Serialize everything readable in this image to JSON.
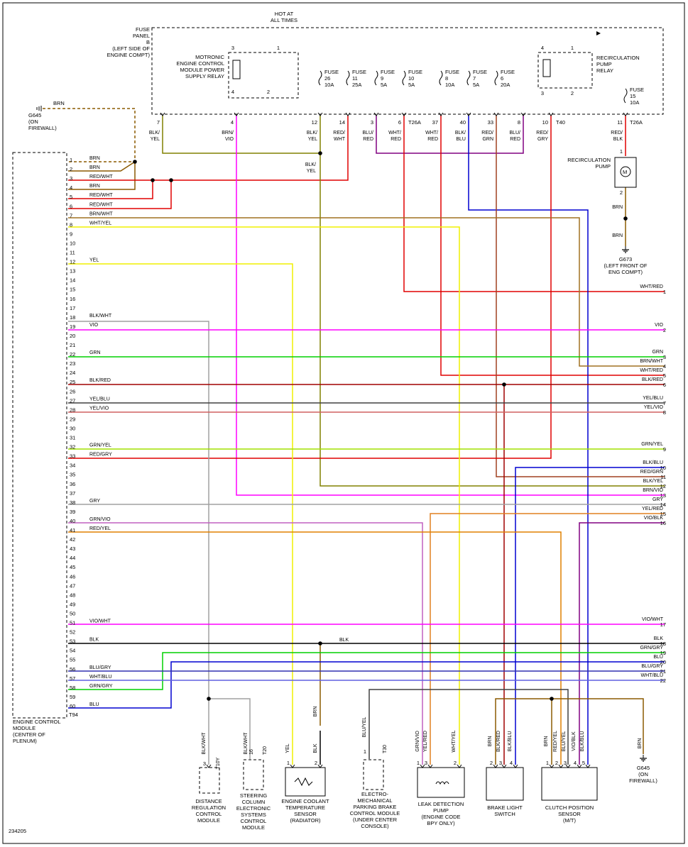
{
  "diagram_id": "234205",
  "hot_at_all_times": "HOT AT\nALL TIMES",
  "fuse_panel": {
    "label": "FUSE\nPANEL\nB\n(LEFT SIDE OF\nENGINE COMPT)",
    "motronic_relay": "MOTRONIC\nENGINE CONTROL\nMODULE POWER\nSUPPLY RELAY",
    "recirc_relay": "RECIRCULATION\nPUMP\nRELAY",
    "fuses": [
      {
        "label": "FUSE\n26\n10A"
      },
      {
        "label": "FUSE\n11\n25A"
      },
      {
        "label": "FUSE\n9\n5A"
      },
      {
        "label": "FUSE\n10\n5A"
      },
      {
        "label": "FUSE\n8\n10A"
      },
      {
        "label": "FUSE\n7\n5A"
      },
      {
        "label": "FUSE\n6\n20A"
      },
      {
        "label": "FUSE\n15\n10A"
      }
    ],
    "relay_pins": {
      "r1_3": "3",
      "r1_1": "1",
      "r1_4": "4",
      "r1_2": "2",
      "r2_4": "4",
      "r2_1": "1",
      "r2_3": "3",
      "r2_2": "2"
    },
    "connector_t26a": "T26A",
    "connector_t40": "T40",
    "connector_t26a_right": "T26A",
    "terminals": [
      {
        "pin": "7",
        "wire": "BLK/\nYEL"
      },
      {
        "pin": "4",
        "wire": "BRN/\nVIO"
      },
      {
        "pin": "12",
        "wire": "BLK/\nYEL"
      },
      {
        "pin": "14",
        "wire": "RED/\nWHT"
      },
      {
        "pin": "3",
        "wire": "BLU/\nRED"
      },
      {
        "pin": "6",
        "wire": "WHT/\nRED"
      },
      {
        "pin": "37",
        "wire": "WHT/\nRED"
      },
      {
        "pin": "40",
        "wire": "BLK/\nBLU"
      },
      {
        "pin": "33",
        "wire": "RED/\nGRN"
      },
      {
        "pin": "8",
        "wire": "BLU/\nRED"
      },
      {
        "pin": "10",
        "wire": "RED/\nGRY"
      },
      {
        "pin": "11",
        "wire": "RED/\nBLK"
      }
    ],
    "splice_label": "BLK/\nYEL"
  },
  "ground_g645_top": {
    "wire": "BRN",
    "label": "G645\n(ON\nFIREWALL)"
  },
  "recirc_pump": {
    "label": "RECIRCULATION\nPUMP",
    "pin1": "1",
    "pin2": "2",
    "wire1": "BRN",
    "wire2": "BRN",
    "ground": "G673\n(LEFT FRONT OF\nENG COMPT)"
  },
  "ecm": {
    "label": "ENGINE CONTROL\nMODULE\n(CENTER OF\nPLENUM)",
    "connector": "T94",
    "pins": [
      {
        "n": "1",
        "w": "BRN"
      },
      {
        "n": "2",
        "w": "BRN"
      },
      {
        "n": "3",
        "w": "RED/WHT"
      },
      {
        "n": "4",
        "w": "BRN"
      },
      {
        "n": "5",
        "w": "RED/WHT"
      },
      {
        "n": "6",
        "w": "RED/WHT"
      },
      {
        "n": "7",
        "w": "BRN/WHT"
      },
      {
        "n": "8",
        "w": "WHT/YEL"
      },
      {
        "n": "9",
        "w": ""
      },
      {
        "n": "10",
        "w": ""
      },
      {
        "n": "11",
        "w": ""
      },
      {
        "n": "12",
        "w": "YEL"
      },
      {
        "n": "13",
        "w": ""
      },
      {
        "n": "14",
        "w": ""
      },
      {
        "n": "15",
        "w": ""
      },
      {
        "n": "16",
        "w": ""
      },
      {
        "n": "17",
        "w": ""
      },
      {
        "n": "18",
        "w": "BLK/WHT"
      },
      {
        "n": "19",
        "w": "VIO"
      },
      {
        "n": "20",
        "w": ""
      },
      {
        "n": "21",
        "w": ""
      },
      {
        "n": "22",
        "w": "GRN"
      },
      {
        "n": "23",
        "w": ""
      },
      {
        "n": "24",
        "w": ""
      },
      {
        "n": "25",
        "w": "BLK/RED"
      },
      {
        "n": "26",
        "w": ""
      },
      {
        "n": "27",
        "w": "YEL/BLU"
      },
      {
        "n": "28",
        "w": "YEL/VIO"
      },
      {
        "n": "29",
        "w": ""
      },
      {
        "n": "30",
        "w": ""
      },
      {
        "n": "31",
        "w": ""
      },
      {
        "n": "32",
        "w": "GRN/YEL"
      },
      {
        "n": "33",
        "w": "RED/GRY"
      },
      {
        "n": "34",
        "w": ""
      },
      {
        "n": "35",
        "w": ""
      },
      {
        "n": "36",
        "w": ""
      },
      {
        "n": "37",
        "w": ""
      },
      {
        "n": "38",
        "w": "GRY"
      },
      {
        "n": "39",
        "w": ""
      },
      {
        "n": "40",
        "w": "GRN/VIO"
      },
      {
        "n": "41",
        "w": "RED/YEL"
      },
      {
        "n": "42",
        "w": ""
      },
      {
        "n": "43",
        "w": ""
      },
      {
        "n": "44",
        "w": ""
      },
      {
        "n": "45",
        "w": ""
      },
      {
        "n": "46",
        "w": ""
      },
      {
        "n": "47",
        "w": ""
      },
      {
        "n": "48",
        "w": ""
      },
      {
        "n": "49",
        "w": ""
      },
      {
        "n": "50",
        "w": ""
      },
      {
        "n": "51",
        "w": "VIO/WHT"
      },
      {
        "n": "52",
        "w": ""
      },
      {
        "n": "53",
        "w": "BLK"
      },
      {
        "n": "54",
        "w": ""
      },
      {
        "n": "55",
        "w": ""
      },
      {
        "n": "56",
        "w": "BLU/GRY"
      },
      {
        "n": "57",
        "w": "WHT/BLU"
      },
      {
        "n": "58",
        "w": "GRN/GRY"
      },
      {
        "n": "59",
        "w": ""
      },
      {
        "n": "60",
        "w": "BLU"
      }
    ]
  },
  "right_outputs": [
    {
      "n": "1",
      "w": "WHT/RED"
    },
    {
      "n": "2",
      "w": "VIO"
    },
    {
      "n": "3",
      "w": "GRN"
    },
    {
      "n": "4",
      "w": "BRN/WHT"
    },
    {
      "n": "5",
      "w": "WHT/RED"
    },
    {
      "n": "6",
      "w": "BLK/RED"
    },
    {
      "n": "7",
      "w": "YEL/BLU"
    },
    {
      "n": "8",
      "w": "YEL/VIO"
    },
    {
      "n": "9",
      "w": "GRN/YEL"
    },
    {
      "n": "10",
      "w": "BLK/BLU"
    },
    {
      "n": "11",
      "w": "RED/GRN"
    },
    {
      "n": "12",
      "w": "BLK/YEL"
    },
    {
      "n": "13",
      "w": "BRN/VIO"
    },
    {
      "n": "14",
      "w": "GRY"
    },
    {
      "n": "15",
      "w": "YEL/RED"
    },
    {
      "n": "16",
      "w": "VIO/BLK"
    },
    {
      "n": "17",
      "w": "VIO/WHT"
    },
    {
      "n": "18",
      "w": "BLK"
    },
    {
      "n": "19",
      "w": "GRN/GRY"
    },
    {
      "n": "20",
      "w": "BLU"
    },
    {
      "n": "21",
      "w": "BLU/GRY"
    },
    {
      "n": "22",
      "w": "WHT/BLU"
    }
  ],
  "blk_splice_label": "BLK",
  "bottom_components": {
    "distance": {
      "label": "DISTANCE\nREGULATION\nCONTROL\nMODULE",
      "wire": "BLK/WHT",
      "pin": "3",
      "conn": "T10Y"
    },
    "steering": {
      "label": "STEERING\nCOLUMN\nELECTRONIC\nSYSTEMS\nCONTROL\nMODULE",
      "wire": "BLK/WHT",
      "pin": "16",
      "conn": "T20"
    },
    "coolant": {
      "label": "ENGINE COOLANT\nTEMPERATURE\nSENSOR\n(RADIATOR)",
      "wire1": "YEL",
      "wire2": "BLK",
      "wire3": "BRN",
      "pin1": "1",
      "pin2": "2"
    },
    "parking": {
      "label": "ELECTRO-\nMECHANICAL\nPARKING BRAKE\nCONTROL MODULE\n(UNDER CENTER\nCONSOLE)",
      "wire": "BLU/YEL",
      "pin": "1",
      "conn": "T30"
    },
    "leak": {
      "label": "LEAK DETECTION\nPUMP\n(ENGINE CODE\nBPY ONLY)",
      "wires": [
        "GRN/VIO",
        "YEL/RED",
        "WHT/YEL"
      ],
      "pins": [
        "1",
        "3",
        "2"
      ]
    },
    "brake": {
      "label": "BRAKE LIGHT\nSWITCH",
      "wires": [
        "BRN",
        "BLK/RED",
        "BLK/BLU"
      ],
      "pins": [
        "2",
        "3",
        "4"
      ]
    },
    "clutch": {
      "label": "CLUTCH POSITION\nSENSOR\n(M/T)",
      "wires": [
        "BRN",
        "RED/YEL",
        "BLU/YEL",
        "VIO/BLK",
        "BLK/BLU"
      ],
      "pins": [
        "1",
        "2",
        "3",
        "4",
        "5"
      ]
    },
    "g645": {
      "wire": "BRN",
      "label": "G645\n(ON\nFIREWALL)"
    }
  },
  "colors": {
    "brn": "#8B5A00",
    "red": "#E00000",
    "yel": "#F0F000",
    "vio": "#FF00FF",
    "grn": "#00D000",
    "blu": "#0000D0",
    "blk": "#000000",
    "gry": "#A0A0A0",
    "darkred": "#A00000",
    "brnwht": "#A07020",
    "whtred": "#E00000",
    "grnyel": "#A0E000",
    "olive": "#808000",
    "grnvio": "#C060C0",
    "purple": "#800080",
    "brnred": "#A04020"
  }
}
